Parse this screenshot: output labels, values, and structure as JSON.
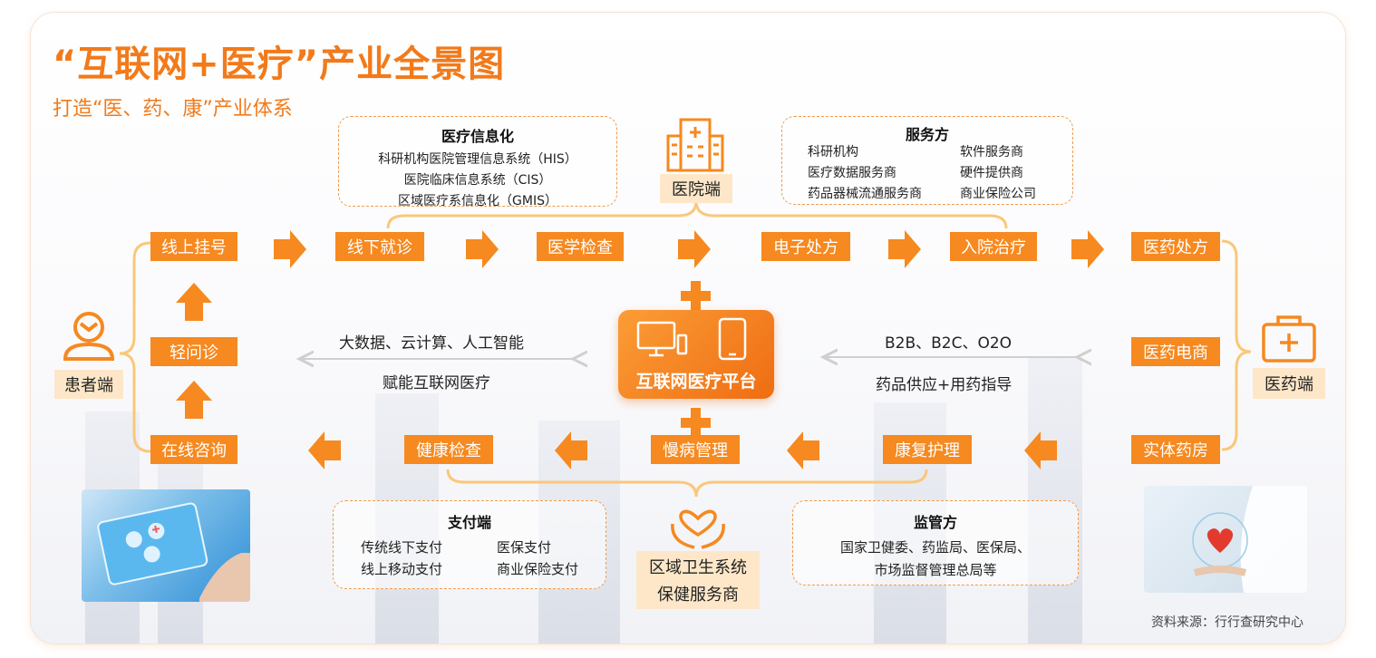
{
  "title": "“互联网+医疗”产业全景图",
  "subtitle": "打造“医、药、康”产业体系",
  "hospital_end": "医院端",
  "patient_end": "患者端",
  "pharmacy_end": "医药端",
  "medical_info": {
    "title": "医疗信息化",
    "lines": [
      "科研机构医院管理信息系统（HIS）",
      "医院临床信息系统（CIS）",
      "区域医疗系信息化（GMIS）"
    ]
  },
  "service": {
    "title": "服务方",
    "items": [
      "科研机构",
      "软件服务商",
      "医疗数据服务商",
      "硬件提供商",
      "药品器械流通服务商",
      "商业保险公司"
    ]
  },
  "top_flow": [
    "线上挂号",
    "线下就诊",
    "医学检查",
    "电子处方",
    "入院治疗",
    "医药处方"
  ],
  "left_flow": [
    "轻问诊",
    "在线咨询"
  ],
  "right_flow": [
    "医药电商",
    "实体药房"
  ],
  "bottom_flow": [
    "健康检查",
    "慢病管理",
    "康复护理"
  ],
  "left_text": [
    "大数据、云计算、人工智能",
    "赋能互联网医疗"
  ],
  "right_text": [
    "B2B、B2C、O2O",
    "药品供应+用药指导"
  ],
  "platform_label": "互联网医疗平台",
  "payment": {
    "title": "支付端",
    "items": [
      "传统线下支付",
      "医保支付",
      "线上移动支付",
      "商业保险支付"
    ]
  },
  "regional": [
    "区域卫生系统",
    "保健服务商"
  ],
  "regulator": {
    "title": "监管方",
    "lines": [
      "国家卫健委、药监局、医保局、",
      "市场监督管理总局等"
    ]
  },
  "source": "资料来源：行行查研究中心",
  "colors": {
    "accent": "#f6891f",
    "pale": "#fde7c8",
    "line": "#f9c87a"
  }
}
